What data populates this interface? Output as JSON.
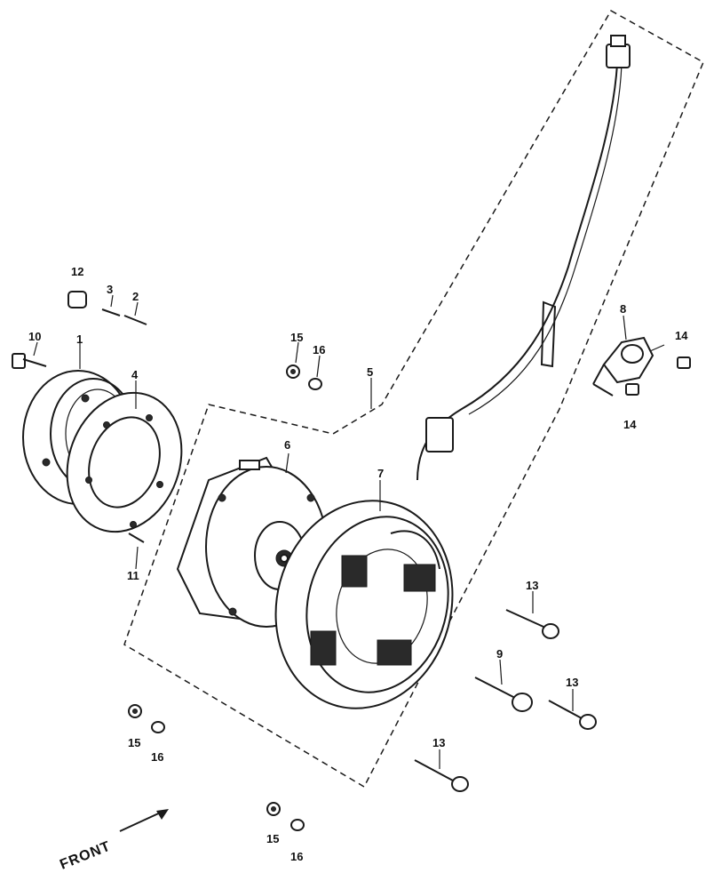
{
  "callouts": {
    "c1": "1",
    "c2": "2",
    "c3": "3",
    "c4": "4",
    "c5": "5",
    "c6": "6",
    "c7": "7",
    "c8": "8",
    "c9": "9",
    "c10": "10",
    "c11": "11",
    "c12": "12",
    "c13a": "13",
    "c13b": "13",
    "c13c": "13",
    "c14a": "14",
    "c14b": "14",
    "c15a": "15",
    "c15b": "15",
    "c15c": "15",
    "c16a": "16",
    "c16b": "16",
    "c16c": "16"
  },
  "front_label": "FRONT"
}
